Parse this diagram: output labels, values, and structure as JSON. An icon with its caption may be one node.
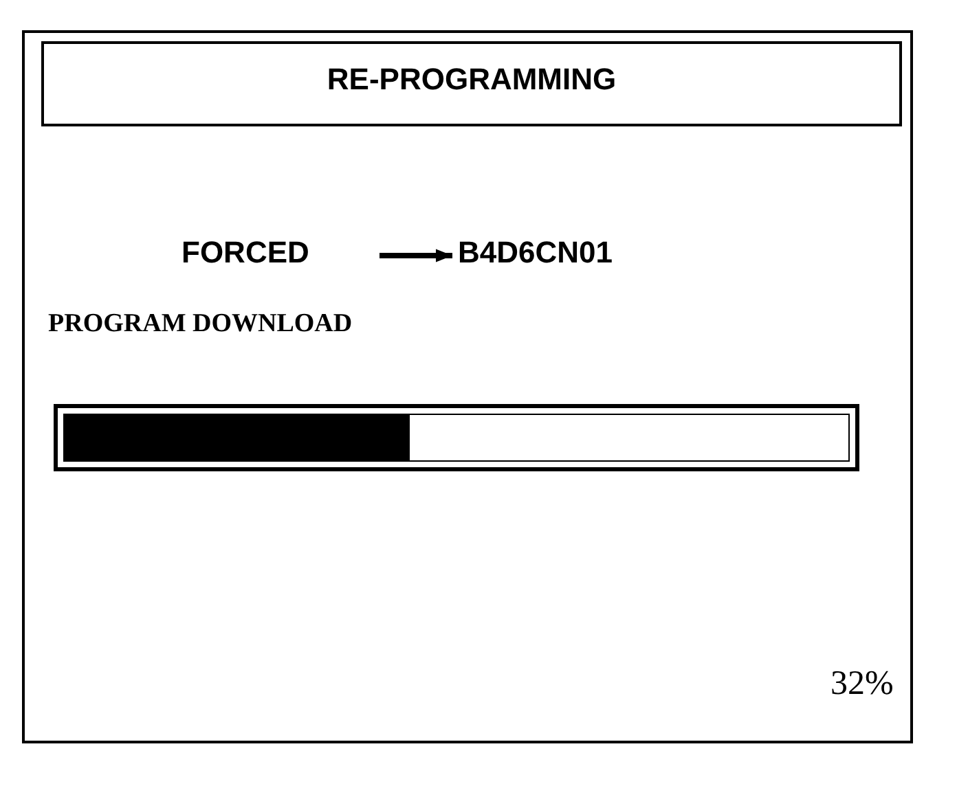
{
  "diagram": {
    "title": "RE-PROGRAMMING",
    "nodes": [
      {
        "text": [
          "FORCED"
        ]
      },
      {
        "text": [
          "B4D6CN01"
        ]
      },
      {
        "text": [],
        "shape": "bar"
      }
    ],
    "edges": [
      {
        "from": 0,
        "to": 1,
        "arrow": "to"
      }
    ],
    "labels": [
      "PROGRAM DOWNLOAD",
      "32%"
    ]
  }
}
